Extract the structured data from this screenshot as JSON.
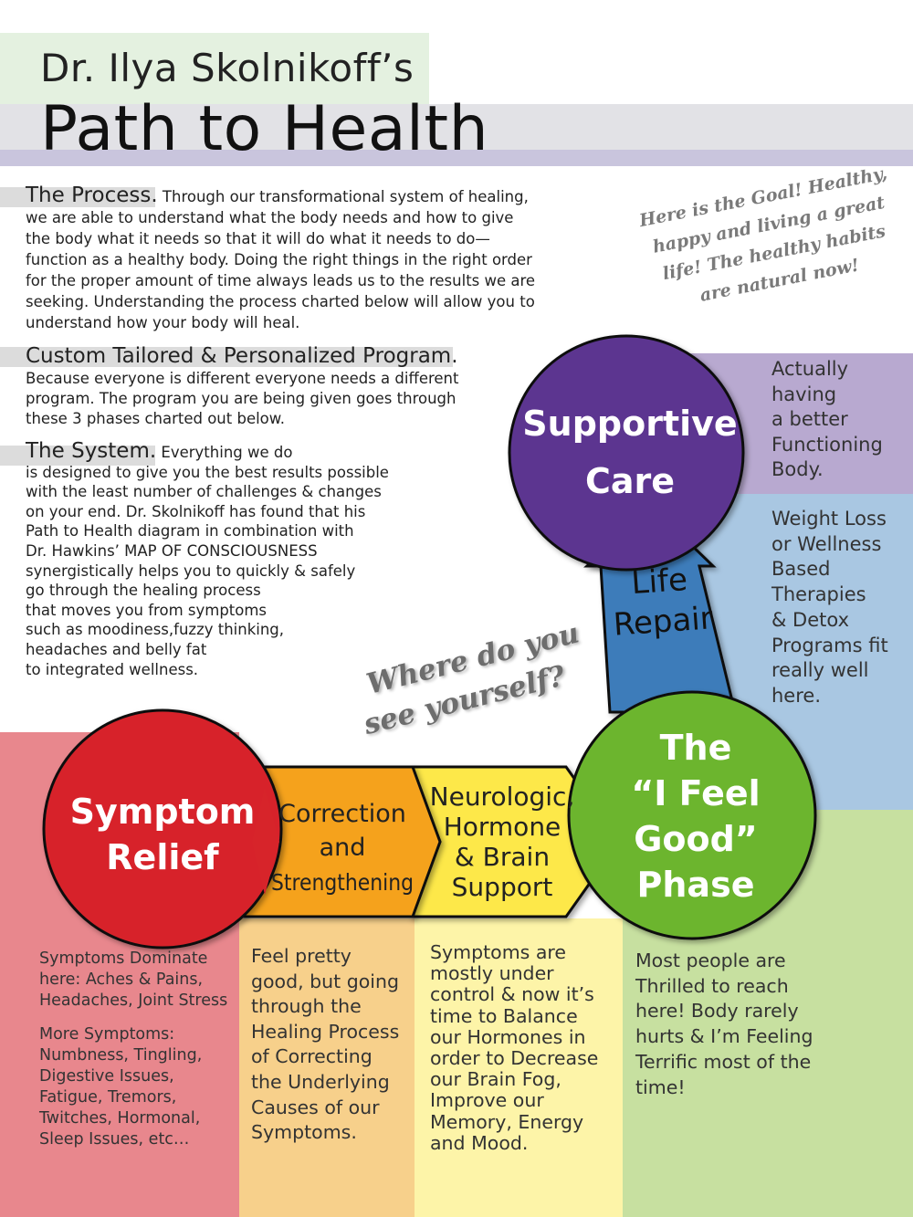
{
  "header": {
    "line1": "Dr. Ilya Skolnikoff’s",
    "line2": "Path to Health"
  },
  "intro": {
    "process_head": "The Process.",
    "process_lines": [
      "Through our transformational system of healing,",
      "we are able to understand what the body needs and how to give",
      "the body what it needs so that it will do what it needs to do—",
      "function as a healthy body. Doing the right things in the right order",
      "for the proper amount of time always leads us to the results we are",
      "seeking. Understanding the process charted below will allow you to",
      "understand how your body will heal."
    ],
    "custom_head": "Custom Tailored & Personalized Program.",
    "custom_lines": [
      "Because everyone is different everyone needs a different",
      "program. The program you are being given goes through",
      "these 3 phases charted out below."
    ],
    "system_head": "The System.",
    "system_lines": [
      "Everything we do",
      "is designed to give you the best results possible",
      "with the least number of challenges & changes",
      "on your end.  Dr. Skolnikoff has found that his",
      "Path to Health diagram in combination with",
      "Dr. Hawkins’ MAP OF CONSCIOUSNESS",
      "synergistically helps you to quickly & safely",
      "go through the healing process",
      "that moves you from symptoms",
      "such as moodiness,fuzzy thinking,",
      "headaches and belly fat",
      "to integrated wellness."
    ]
  },
  "goal_note": [
    "Here is the Goal! Healthy,",
    "happy and living a great",
    "life! The healthy habits",
    "are natural now!"
  ],
  "where_note": [
    "Where do you",
    "see yourself?"
  ],
  "diagram": {
    "symptom_relief": [
      "Symptom",
      "Relief"
    ],
    "correction": [
      "Correction",
      "and",
      "Strengthening"
    ],
    "neuro": [
      "Neurologic,",
      "Hormone",
      "& Brain",
      "Support"
    ],
    "feel_good": [
      "The",
      "“I Feel",
      "Good”",
      "Phase"
    ],
    "life_repair": [
      "Life",
      "Repair"
    ],
    "supportive_care": [
      "Supportive",
      "Care"
    ]
  },
  "side_notes": {
    "top": [
      "Actually",
      "having",
      "a better",
      "Functioning",
      "Body."
    ],
    "middle": [
      "Weight Loss",
      "or Wellness",
      "Based",
      "Therapies",
      "& Detox",
      "Programs fit",
      "really well",
      "here."
    ]
  },
  "columns": {
    "col1_a": [
      "Symptoms Dominate",
      "here: Aches & Pains,",
      "Headaches, Joint Stress"
    ],
    "col1_b": [
      "More Symptoms:",
      "Numbness, Tingling,",
      "Digestive Issues,",
      "Fatigue, Tremors,",
      "Twitches, Hormonal,",
      "Sleep Issues, etc…"
    ],
    "col2": [
      "Feel pretty",
      "good, but going",
      "through the",
      "Healing Process",
      "of Correcting",
      "the Underlying",
      "Causes of our",
      "Symptoms."
    ],
    "col3": [
      "Symptoms are",
      "mostly under",
      "control & now it’s",
      "time to Balance",
      "our Hormones in",
      "order to Decrease",
      "our Brain Fog,",
      "Improve our",
      "Memory, Energy",
      "and Mood."
    ],
    "col4": [
      "Most people are",
      "Thrilled to reach",
      "here! Body rarely",
      "hurts & I’m Feeling",
      "Terrific most of the",
      "time!"
    ]
  },
  "colors": {
    "red": "#d7242a",
    "orange": "#f5a21b",
    "yellow": "#fde84a",
    "green": "#6cb52e",
    "purple": "#5c3690",
    "blue": "#3d7ab8",
    "bg_pink": "#e8868c",
    "bg_peach": "#f7cf8a",
    "bg_yellow": "#fdf3a6",
    "bg_green": "#c6dfa0",
    "bg_lavender": "#b6a7cf",
    "bg_blue": "#a9c6e2"
  }
}
